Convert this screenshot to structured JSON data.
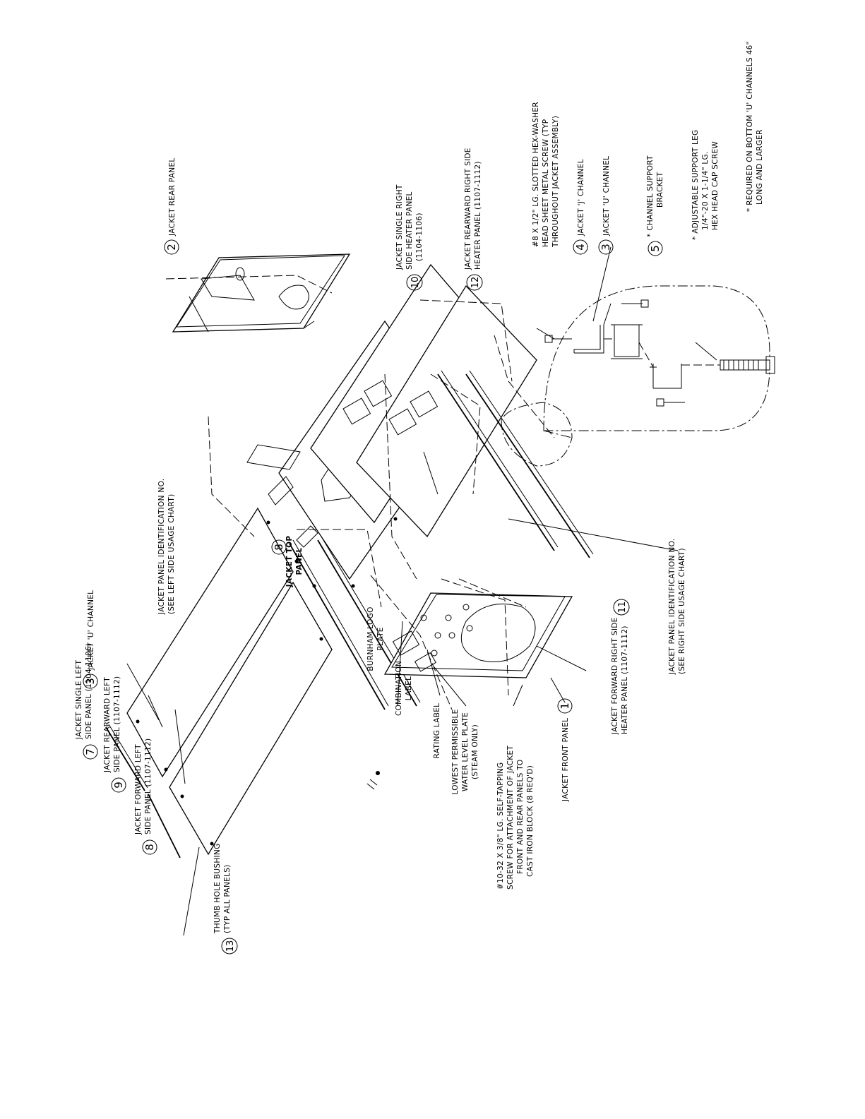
{
  "callouts": {
    "c1": {
      "num": "1",
      "label": "JACKET FRONT PANEL"
    },
    "c2": {
      "num": "2",
      "label": "JACKET REAR PANEL"
    },
    "c3a": {
      "num": "3",
      "label": "JACKET 'U' CHANNEL"
    },
    "c3b": {
      "num": "3",
      "label": "JACKET 'U' CHANNEL"
    },
    "c4": {
      "num": "4",
      "label": "JACKET 'J' CHANNEL"
    },
    "c5": {
      "num": "5",
      "label1": "* CHANNEL SUPPORT",
      "label2": "BRACKET"
    },
    "c7": {
      "num": "7",
      "label1": "JACKET SINGLE LEFT",
      "label2": "SIDE PANEL (1104-1106)"
    },
    "c8a": {
      "num": "8",
      "label1": "JACKET TOP",
      "label2": "PANEL"
    },
    "c8b": {
      "num": "8",
      "label1": "JACKET FORWARD LEFT",
      "label2": "SIDE PANEL (1107-1112)"
    },
    "c9": {
      "num": "9",
      "label1": "JACKET REARWARD LEFT",
      "label2": "SIDE PANEL (1107-1112)"
    },
    "c10": {
      "num": "10",
      "label1": "JACKET SINGLE RIGHT",
      "label2": "SIDE HEATER PANEL",
      "label3": "(1104-1106)"
    },
    "c11": {
      "num": "11",
      "label1": "JACKET FORWARD RIGHT SIDE",
      "label2": "HEATER PANEL (1107-1112)"
    },
    "c12": {
      "num": "12",
      "label1": "JACKET REARWARD RIGHT SIDE",
      "label2": "HEATER PANEL (1107-1112)"
    },
    "c13": {
      "num": "13",
      "label1": "THUMB HOLE BUSHING",
      "label2": "(TYP ALL PANELS)"
    }
  },
  "notes": {
    "left_id": {
      "line1": "JACKET PANEL IDENTIFICATION NO.",
      "line2": "(SEE LEFT SIDE USAGE CHART)"
    },
    "right_id": {
      "line1": "JACKET PANEL IDENTIFICATION NO.",
      "line2": "(SEE RIGHT SIDE USAGE CHART)"
    },
    "logo": {
      "line1": "BURNHAM LOGO",
      "line2": "PLATE"
    },
    "combination": {
      "line1": "COMBINATION",
      "line2": "LABEL"
    },
    "rating": {
      "line1": "RATING LABEL"
    },
    "lowest": {
      "line1": "LOWEST PERMISSIBLE",
      "line2": "WATER LEVEL PLATE",
      "line3": "(STEAM ONLY)"
    },
    "screw": {
      "line1": "#10-32 X 3/8\" LG. SELF-TAPPING",
      "line2": "SCREW FOR ATTACHMENT OF JACKET",
      "line3": "FRONT AND REAR PANELS TO",
      "line4": "CAST IRON BLOCK (8 REQ'D)"
    },
    "sheet_screw": {
      "line1": "#8 X 1/2\" LG. SLOTTED HEX-WASHER",
      "line2": "HEAD SHEET METAL SCREW (TYP",
      "line3": "THROUGHOUT JACKET ASSEMBLY)"
    },
    "leg": {
      "line1": "* ADJUSTABLE SUPPORT LEG",
      "line2": "1/4\"-20 X 1-1/4\" LG.",
      "line3": "HEX HEAD CAP SCREW"
    },
    "required": {
      "line1": "* REQUIRED ON BOTTOM 'U' CHANNELS 46\"",
      "line2": "LONG AND LARGER"
    }
  }
}
